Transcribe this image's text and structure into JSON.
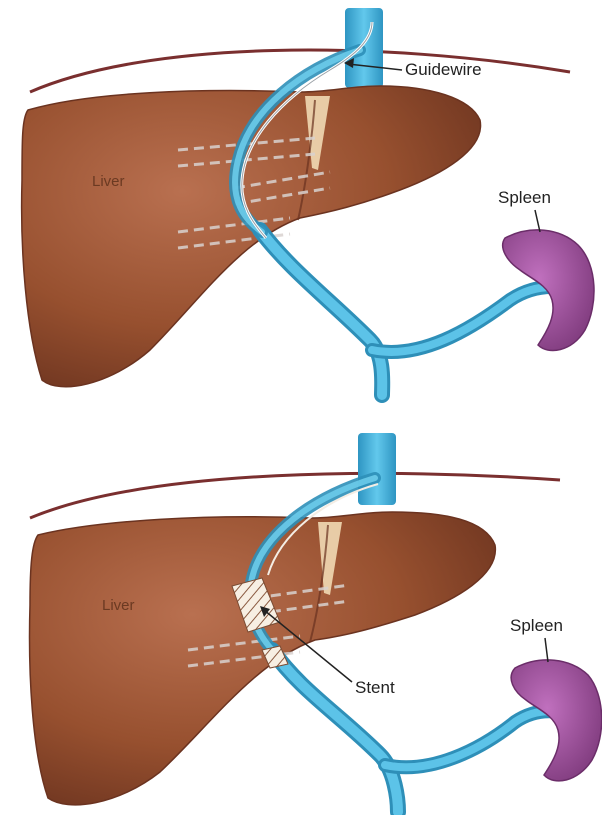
{
  "colors": {
    "liver": "#9a5436",
    "liver_shadow": "#7a3f28",
    "liver_highlight": "#b76c4a",
    "vein": "#4cb8de",
    "vein_dark": "#2e8fb8",
    "spleen": "#a0509e",
    "spleen_dark": "#7a3478",
    "diaphragm": "#7a2f2f",
    "ligament": "#f1d9b4",
    "stent": "#f5efe6"
  },
  "top_panel": {
    "liver_label": "Liver",
    "spleen_label": "Spleen",
    "guidewire_label": "Guidewire"
  },
  "bottom_panel": {
    "liver_label": "Liver",
    "spleen_label": "Spleen",
    "stent_label": "Stent"
  }
}
